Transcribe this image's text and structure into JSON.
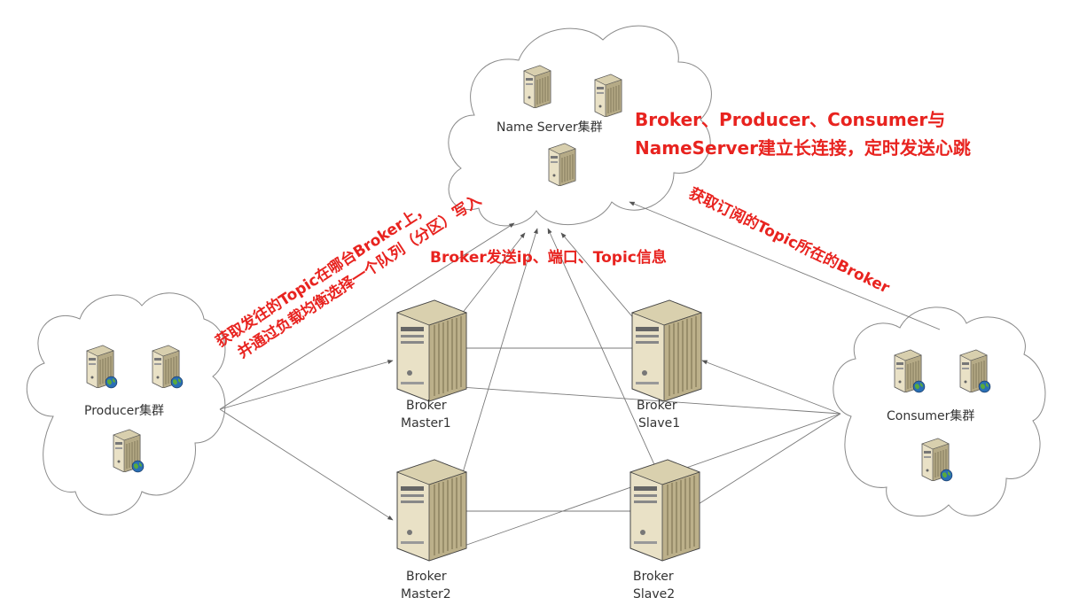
{
  "clusters": {
    "nameserver": "Name Server集群",
    "producer": "Producer集群",
    "consumer": "Consumer集群"
  },
  "brokers": {
    "master1": [
      "Broker",
      "Master1"
    ],
    "slave1": [
      "Broker",
      "Slave1"
    ],
    "master2": [
      "Broker",
      "Master2"
    ],
    "slave2": [
      "Broker",
      "Slave2"
    ]
  },
  "annotations": {
    "heartbeat_line1": "Broker、Producer、Consumer与",
    "heartbeat_line2": "NameServer建立长连接，定时发送心跳",
    "broker_register": "Broker发送ip、端口、Topic信息",
    "producer_line1": "获取发往的Topic在哪台Broker上，",
    "producer_line2": "并通过负载均衡选择一个队列（分区）写入",
    "consumer": "获取订阅的Topic所在的Broker"
  },
  "colors": {
    "annotation": "#e8231f",
    "server_body": "#e9e1c6",
    "server_shade": "#b5aa86",
    "globe": "#2a6fb5"
  },
  "icons": {
    "server": "server-icon",
    "globe": "globe-icon"
  }
}
